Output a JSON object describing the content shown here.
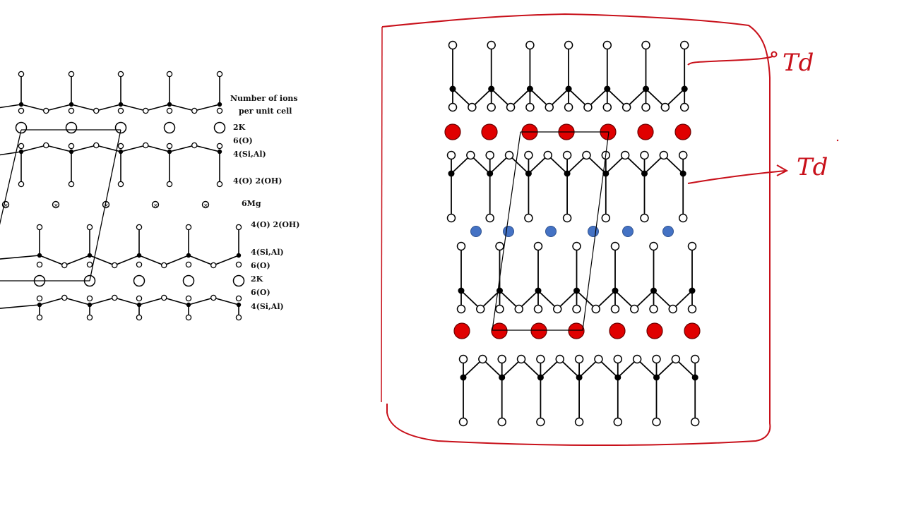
{
  "left_diagram": {
    "legend_title_line1": "Number of ions",
    "legend_title_line2": "per unit cell",
    "ion_labels": [
      {
        "id": "k-top",
        "text": "2K",
        "layer": "interlayer K (top)"
      },
      {
        "id": "o6-top",
        "text": "6(O)",
        "layer": "basal oxygens"
      },
      {
        "id": "si-top",
        "text": "4(Si,Al)",
        "layer": "tetrahedral cations"
      },
      {
        "id": "ooh-top",
        "text": "4(O) 2(OH)",
        "layer": "apical oxygens + hydroxyl"
      },
      {
        "id": "mg",
        "text": "6Mg",
        "layer": "octahedral cations"
      },
      {
        "id": "ooh-bot",
        "text": "4(O) 2(OH)",
        "layer": "apical oxygens + hydroxyl"
      },
      {
        "id": "si-bot",
        "text": "4(Si,Al)",
        "layer": "tetrahedral cations"
      },
      {
        "id": "o6-bot",
        "text": "6(O)",
        "layer": "basal oxygens"
      },
      {
        "id": "k-bot",
        "text": "2K",
        "layer": "interlayer K (bottom)"
      },
      {
        "id": "o6-bot2",
        "text": "6(O)",
        "layer": "basal oxygens"
      },
      {
        "id": "si-bot2",
        "text": "4(Si,Al)",
        "layer": "tetrahedral cations"
      }
    ]
  },
  "right_diagram": {
    "colors": {
      "potassium": "#e00000",
      "magnesium": "#4472c4",
      "oxygen": "#ffffff",
      "silicon": "#000000",
      "annotation": "#c8101a"
    },
    "layers": [
      "tetrahedral sheet (apex up)",
      "K interlayer (7 red ions)",
      "tetrahedral sheet (apex down)",
      "octahedral Mg (6 blue ions)",
      "tetrahedral sheet (apex up)",
      "K interlayer (7 red ions)",
      "tetrahedral sheet (apex down)"
    ],
    "annotations": [
      {
        "id": "td-top",
        "text": "Td"
      },
      {
        "id": "td-bottom",
        "text": "Td"
      }
    ]
  }
}
